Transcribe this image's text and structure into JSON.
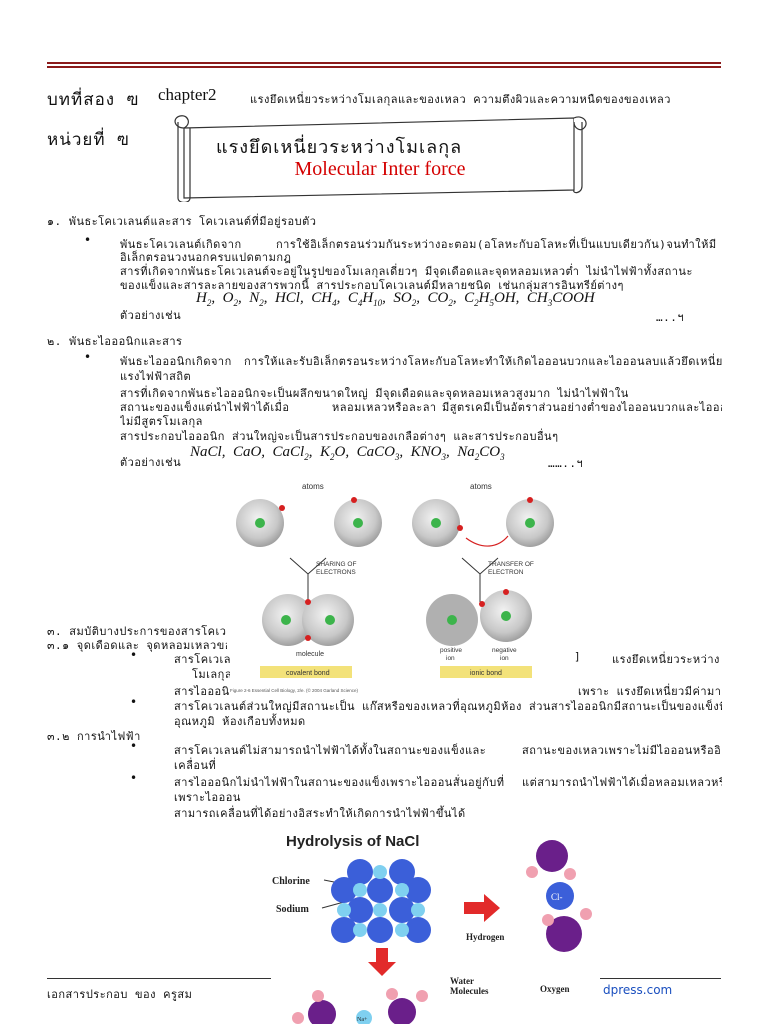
{
  "header": {
    "left": "บทที่สอง ฃ",
    "chapter": "chapter2",
    "right": "แรงยึดเหนี่ยวระหว่างโมเลกุลและของเหลว ความตึงผิวและความหนืดของของเหลว",
    "unit": "หน่วยที่ ฃ"
  },
  "banner": {
    "title": "แรงยึดเหนี่ยวระหว่างโมเลกุล",
    "subtitle": "Molecular Inter force"
  },
  "sections": {
    "s1_heading": "๑. พันธะโคเวเลนต์และสาร โคเวเลนต์ที่มีอยู่รอบตัว",
    "s1_b1_l1a": "พันธะโคเวเลนต์เกิดจาก",
    "s1_b1_l1b": "การใช้อิเล็กตรอนร่วมกันระหว่างอะตอม(อโลหะกับอโลหะที่เป็นแบบเดียวกัน)จนทำให้มี",
    "s1_b1_l2": "อิเล็กตรอนวงนอกครบแปดตามกฎ",
    "s1_b1_l3": "สารที่เกิดจากพันธะโคเวเลนต์จะอยู่ในรูปของโมเลกุลเดี่ยวๆ มีจุดเดือดและจุดหลอมเหลวต่ำ ไม่นำไฟฟ้าทั้งสถานะ",
    "s1_b1_l4": "ของแข็งและสารละลายของสารพวกนี้ สารประกอบโคเวเลนต์มีหลายชนิด เช่นกลุ่มสารอินทรีย์ต่างๆ",
    "s1_example_label": "ตัวอย่างเช่น",
    "s1_example_tail": "…..ฯ",
    "s2_heading": "๒. พันธะไอออนิกและสาร",
    "s2_b1_l1a": "พันธะไอออนิกเกิดจาก",
    "s2_b1_l1b": "การให้และรับอิเล็กตรอนระหว่างโลหะกับอโลหะทำให้เกิดไอออนบวกและไอออนลบแล้วยึดเหนี่ยวกันด้วย",
    "s2_b1_l2": "แรงไฟฟ้าสถิต",
    "s2_b1_l3": "สารที่เกิดจากพันธะไอออนิกจะเป็นผลึกขนาดใหญ่ มีจุดเดือดและจุดหลอมเหลวสูงมาก ไม่นำไฟฟ้าใน",
    "s2_b1_l4a": "สถานะของแข็งแต่นำไฟฟ้าได้เมื่อ",
    "s2_b1_l4b": "หลอมเหลวหรือละลายน้ำ",
    "s2_b1_l4c": "มีสูตรเคมีเป็นอัตราส่วนอย่างต่ำของไอออนบวกและไอออนลบ",
    "s2_b1_l5": "ไม่มีสูตรโมเลกุล",
    "s2_b1_l6": "สารประกอบไอออนิก ส่วนใหญ่จะเป็นสารประกอบของเกลือต่างๆ และสารประกอบอื่นๆ",
    "s2_example_label": "ตัวอย่างเช่น",
    "s2_example_tail": "……..ฯ",
    "s3_heading": "๓. สมบัติบางประการของสารโคเวเลนต์และสารไอออนิก",
    "s31_heading": "๓.๑         จุดเดือดและ จุดหลอมเหลวของสาร",
    "s31_b1_l1a": "สารโคเวเลนต์มีจุดเดือดและจุดหลอมเหลวต่ำกว่าสารไอออนิกเพราะ",
    "s31_b1_l1b": "]",
    "s31_b1_l1c": "แรงยึดเหนี่ยวระหว่าง",
    "s31_b1_l2": "โมเลกุลมีค่าน้อย",
    "s31_b1_l3a": "สารไอออนิกมีจุดเดือดและจุดหลอมเหลวสูง",
    "s31_b1_l3b": "เพราะ แรงยึดเหนี่ยวมีค่ามาก",
    "s31_b2_l1": "สารโคเวเลนต์ส่วนใหญ่มีสถานะเป็น แก๊สหรือของเหลวที่อุณหภูมิห้อง ส่วนสารไอออนิกมีสถานะเป็นของแข็งที่",
    "s31_b2_l2": "อุณหภูมิ ห้องเกือบทั้งหมด",
    "s32_heading": "๓.๒         การนำไฟฟ้า",
    "s32_b1_l1a": "สารโคเวเลนต์ไม่สามารถนำไฟฟ้าได้ทั้งในสถานะของแข็งและ",
    "s32_b1_l1b": "สถานะของเหลวเพราะไม่มีไอออนหรืออิเล็กตรอนอิสระ",
    "s32_b1_l2": "เคลื่อนที่",
    "s32_b2_l1a": "สารไอออนิกไม่นำไฟฟ้าในสถานะของแข็งเพราะไอออนสั่นอยู่กับที่",
    "s32_b2_l1b": "แต่สามารถนำไฟฟ้าได้เมื่อหลอมเหลวหรือละลายน้ำ",
    "s32_b2_l2": "เพราะไอออน",
    "s32_b2_l3": "สามารถเคลื่อนที่ได้อย่างอิสระทำให้เกิดการนำไฟฟ้าขึ้นได้"
  },
  "formulas": {
    "covalent": [
      "H2",
      "O2",
      "N2",
      "HCl",
      "CH4",
      "C4H10",
      "SO2",
      "CO2",
      "C2H5OH",
      "CH3COOH"
    ],
    "ionic": [
      "NaCl",
      "CaO",
      "CaCl2",
      "K2O",
      "CaCO3",
      "KNO3",
      "Na2CO3"
    ]
  },
  "bond_figure": {
    "atoms_left": "atoms",
    "atoms_right": "atoms",
    "sharing": "SHARING OF\nELECTRONS",
    "transfer": "TRANSFER OF\nELECTRON",
    "molecule": "molecule",
    "positive_ion": "positive\nion",
    "negative_ion": "negative\nion",
    "covalent_bond": "covalent bond",
    "ionic_bond": "ionic bond",
    "caption": "Figure 2-6  Essential Cell Biology, 2/e. (© 2004 Garland Science)"
  },
  "hydrolysis_figure": {
    "title": "Hydrolysis of NaCl",
    "chlorine": "Chlorine",
    "sodium": "Sodium",
    "cl_ion": "Cl-",
    "hydrogen": "Hydrogen",
    "oxygen": "Oxygen",
    "water_molecules": "Water\nMolecules",
    "na_ion": "Na+"
  },
  "footer": {
    "left": "เอกสารประกอบ ของ ครูสม",
    "link": "dpress.com"
  },
  "colors": {
    "rule": "#8b1a1a",
    "banner_subtitle": "#d40000",
    "link": "#1a4fbf",
    "electron": "#d62020",
    "anion": "#6a1f8a",
    "cation": "#3b5fd9",
    "arrow": "#e22a2a"
  }
}
